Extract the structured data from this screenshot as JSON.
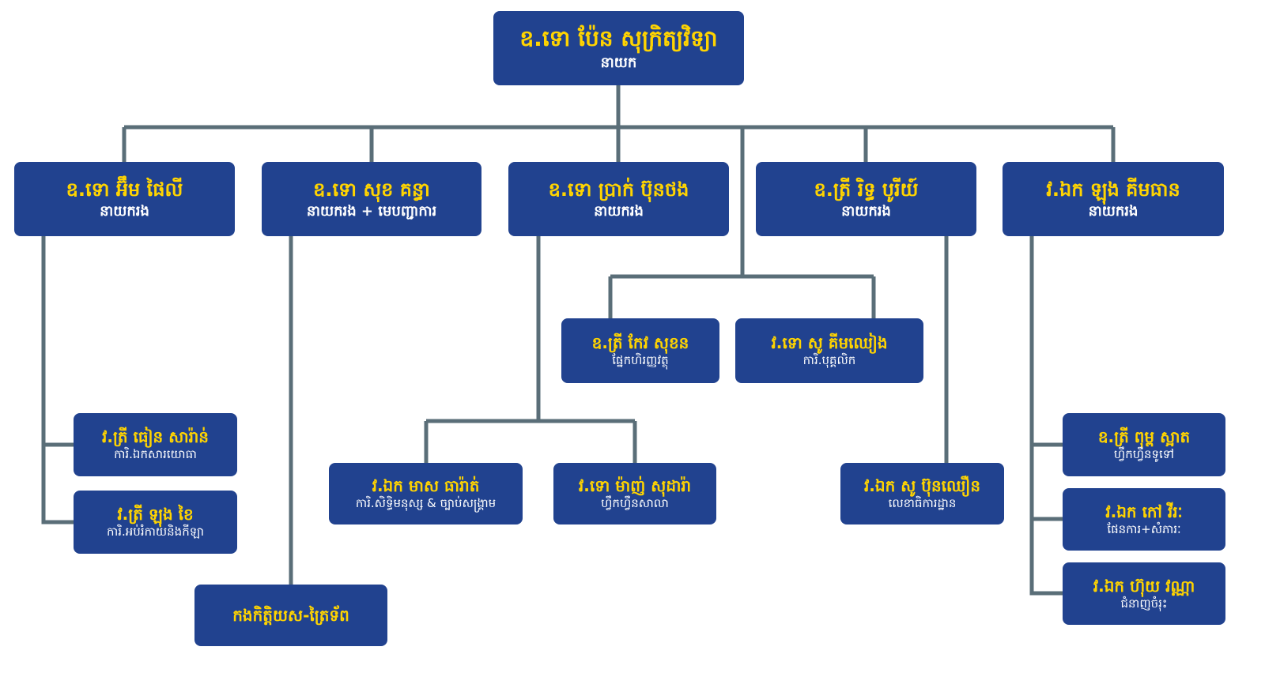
{
  "colors": {
    "box": "#21428f",
    "name": "#ffd400",
    "role": "#ffffff",
    "line": "#5a6e78"
  },
  "top": {
    "name": "ឧ.ទោ ប៉ែន សុក្រិត្យវិទ្យា",
    "role": "នាយក"
  },
  "deputies": [
    {
      "name": "ឧ.ទោ អ៊ឹម ផៃលី",
      "role": "នាយករង"
    },
    {
      "name": "ឧ.ទោ សុខ គន្ធា",
      "role": "នាយករង + មេបញ្ជាការ"
    },
    {
      "name": "ឧ.ទោ ប្រាក់ ប៊ុនថង",
      "role": "នាយករង"
    },
    {
      "name": "ឧ.ត្រី រិទ្ធ បូរីយ៍",
      "role": "នាយករង"
    },
    {
      "name": "វ.ឯក ឡុង គីមធាន",
      "role": "នាយករង"
    }
  ],
  "central": [
    {
      "name": "ឧ.ត្រី កែវ សុខន",
      "role": "ផ្នែកហិរញ្ញវត្ថុ"
    },
    {
      "name": "វ.ទោ សូ គីមឈៀង",
      "role": "ការិ.បុគ្គលិក"
    }
  ],
  "units": [
    {
      "name": "វ.ត្រី ធៀន សារ៉ាន់",
      "role": "ការិ.ឯកសារយោធា"
    },
    {
      "name": "វ.ត្រី ឡុង ខៃ",
      "role": "ការិ.អប់រំកាយនិងកីឡា"
    },
    {
      "name": "កងកិត្តិយស-ត្រៃទ័ព"
    },
    {
      "name": "វ.ឯក មាស ធារ៉ាត់",
      "role": "ការិ.សិទ្ធិមនុស្ស & ច្បាប់សង្គ្រាម"
    },
    {
      "name": "វ.ទោ ម៉ាញ់ សុដារ៉ា",
      "role": "ហ្វឹកហ្វឺនសាលា"
    },
    {
      "name": "វ.ឯក សូ ប៊ុនឈឿន",
      "role": "លេខាធិការដ្ឋាន"
    },
    {
      "name": "ឧ.ត្រី ពុម្ព ស្អាត",
      "role": "ហ្វឹកហ្វឺនទូទៅ"
    },
    {
      "name": "វ.ឯក កៅ វីរៈ",
      "role": "ផែនការ+សំភារៈ"
    },
    {
      "name": "វ.ឯក ហ៊ុយ វណ្ណា",
      "role": "ជំនាញចំរុះ"
    }
  ]
}
